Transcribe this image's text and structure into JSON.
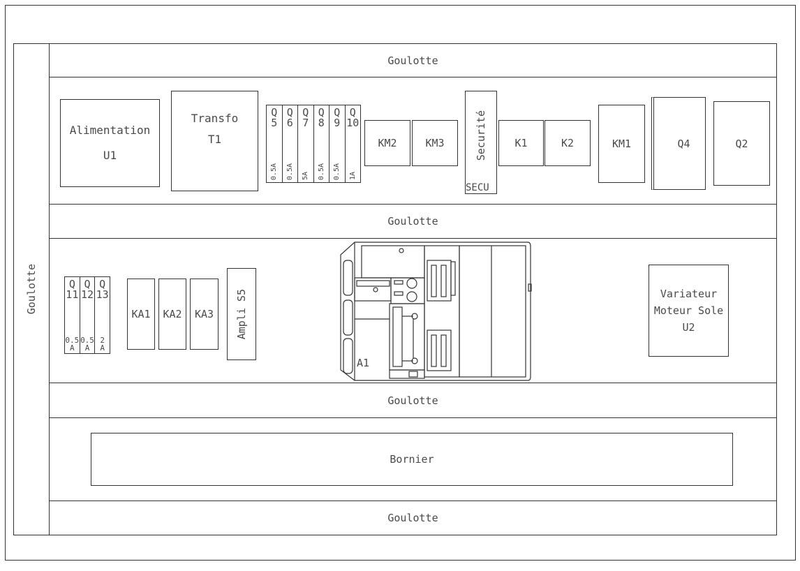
{
  "goulottes": {
    "top": "Goulotte",
    "middle": "Goulotte",
    "lower": "Goulotte",
    "bottom": "Goulotte",
    "left": "Goulotte"
  },
  "bornier": "Bornier",
  "top_row": {
    "alimentation": {
      "line1": "Alimentation",
      "line2": "U1"
    },
    "transfo": {
      "line1": "Transfo",
      "line2": "T1"
    },
    "fuses": [
      {
        "q": "Q",
        "n": "5",
        "rating": "0.5A"
      },
      {
        "q": "Q",
        "n": "6",
        "rating": "0.5A"
      },
      {
        "q": "Q",
        "n": "7",
        "rating": "5A"
      },
      {
        "q": "Q",
        "n": "8",
        "rating": "0.5A"
      },
      {
        "q": "Q",
        "n": "9",
        "rating": "0.5A"
      },
      {
        "q": "Q",
        "n": "10",
        "rating": "1A"
      }
    ],
    "km2": "KM2",
    "km3": "KM3",
    "securite": {
      "label": "Securité",
      "tag": "SECU"
    },
    "k1": "K1",
    "k2": "K2",
    "km1": "KM1",
    "q4": "Q4",
    "q2": "Q2"
  },
  "bottom_row": {
    "fuses": [
      {
        "q": "Q",
        "n": "11",
        "rating": "0.5",
        "unit": "A"
      },
      {
        "q": "Q",
        "n": "12",
        "rating": "0.5",
        "unit": "A"
      },
      {
        "q": "Q",
        "n": "13",
        "rating": "2",
        "unit": "A"
      }
    ],
    "ka1": "KA1",
    "ka2": "KA2",
    "ka3": "KA3",
    "ampli": "Ampli S5",
    "a1": "A1",
    "variateur": {
      "line1": "Variateur",
      "line2": "Moteur Sole",
      "line3": "U2"
    }
  }
}
